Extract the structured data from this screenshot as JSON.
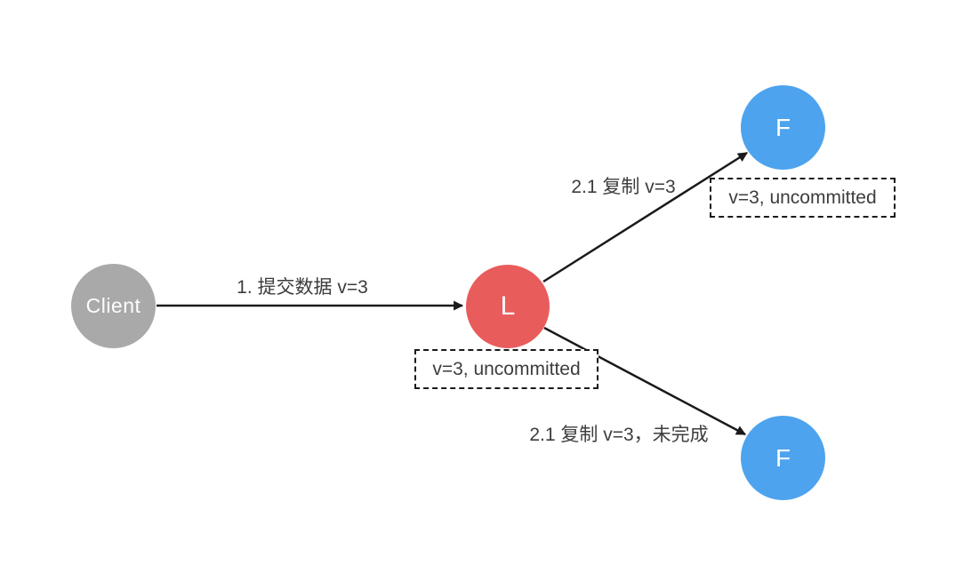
{
  "diagram": {
    "title": "leader-follower-replication-uncommitted",
    "nodes": {
      "client": {
        "label": "Client",
        "color": "#a9a9a9"
      },
      "leader": {
        "label": "L",
        "color": "#e85d5c"
      },
      "follower_top": {
        "label": "F",
        "color": "#4da3ee"
      },
      "follower_bottom": {
        "label": "F",
        "color": "#4da3ee"
      }
    },
    "edges": {
      "client_to_leader": {
        "label": "1. 提交数据 v=3"
      },
      "leader_to_follower_top": {
        "label": "2.1 复制 v=3"
      },
      "leader_to_follower_bottom": {
        "label": "2.1 复制 v=3，未完成"
      }
    },
    "annotations": {
      "follower_top_state": {
        "label": "v=3, uncommitted"
      },
      "leader_state": {
        "label": "v=3, uncommitted"
      }
    },
    "colors": {
      "arrow": "#1a1a1a",
      "text": "#3d3d3d",
      "background": "#ffffff"
    }
  }
}
